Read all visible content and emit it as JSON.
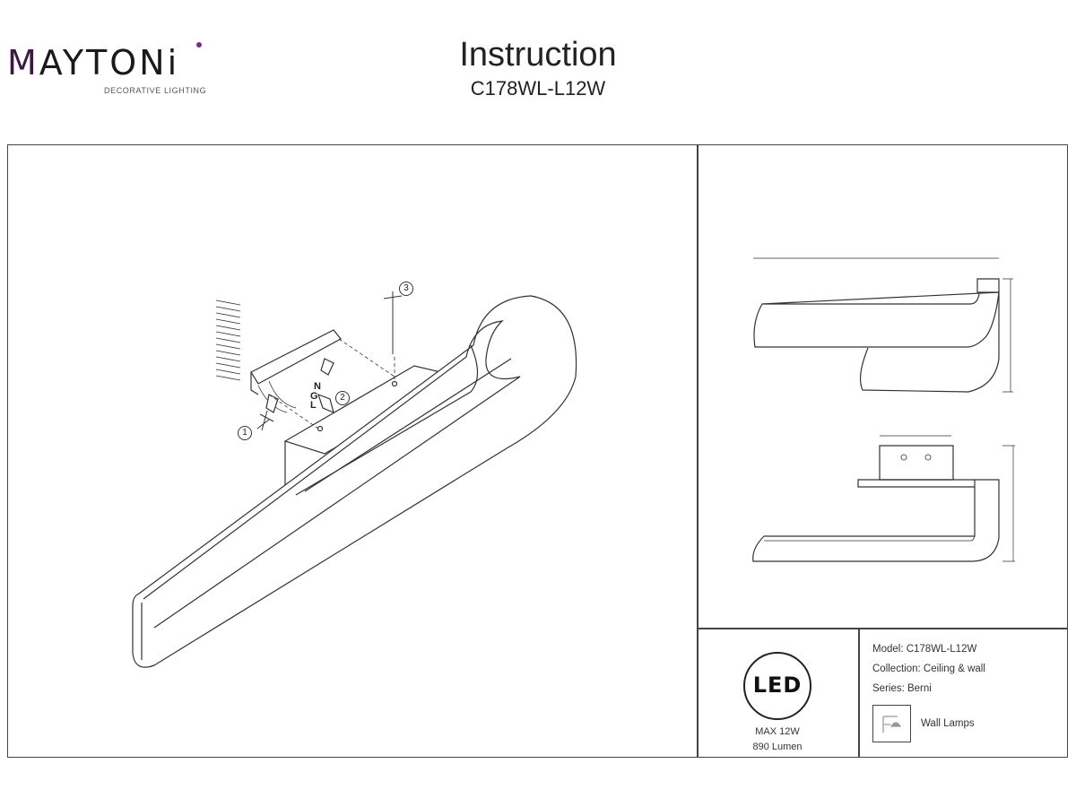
{
  "brand": {
    "logo_text": "MAYTONi",
    "logo_first": "M",
    "logo_rest": "AYTONi",
    "tagline": "DECORATIVE LIGHTING",
    "accent_color": "#7a2a8a"
  },
  "header": {
    "title": "Instruction",
    "model_code": "C178WL-L12W"
  },
  "assembly": {
    "wire_labels": [
      "N",
      "G",
      "L"
    ],
    "step_numbers": [
      "1",
      "2",
      "3"
    ]
  },
  "specs": {
    "led_badge": "LED",
    "max_power": "MAX 12W",
    "lumen": "890 Lumen"
  },
  "info": {
    "model": "Model: C178WL-L12W",
    "collection": "Collection: Ceiling & wall",
    "series": "Series: Berni",
    "category_icon": "wall-lamp-icon",
    "category": "Wall Lamps"
  }
}
